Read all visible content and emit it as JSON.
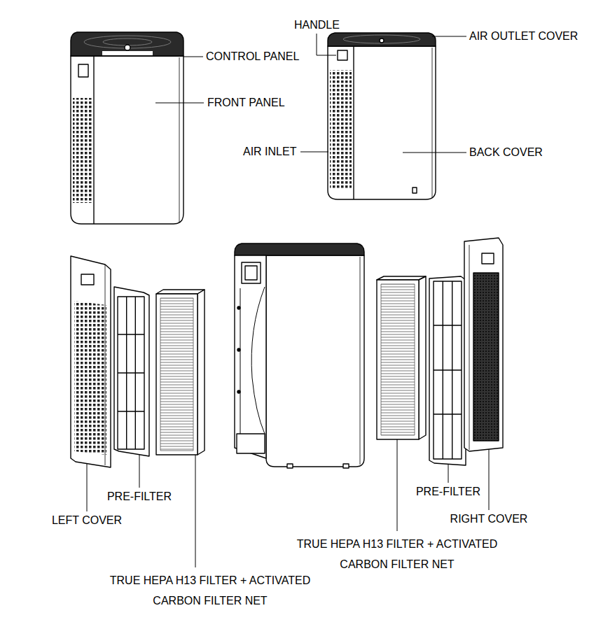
{
  "diagram": {
    "labels": [
      "HANDLE",
      "AIR OUTLET COVER",
      "CONTROL PANEL",
      "FRONT PANEL",
      "AIR INLET",
      "BACK COVER",
      "PRE-FILTER",
      "LEFT COVER",
      "PRE-FILTER",
      "RIGHT COVER",
      "TRUE HEPA H13 FILTER + ACTIVATED CARBON FILTER NET",
      "TRUE HEPA H13 FILTER + ACTIVATED CARBON FILTER NET"
    ]
  }
}
